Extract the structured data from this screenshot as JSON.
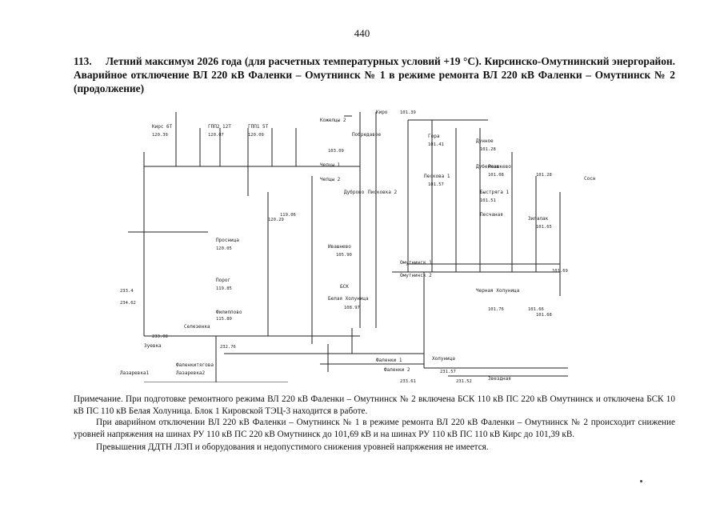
{
  "page": {
    "number": "440",
    "heading_number": "113.",
    "heading_text": "Летний максимум 2026 года (для расчетных температурных условий +19 °С). Кирсинско-Омутнинский энергорайон. Аварийное отключение ВЛ 220 кВ Фаленки – Омутнинск № 1 в режиме ремонта ВЛ 220 кВ Фаленки – Омутнинск № 2 (продолжение)"
  },
  "diagram": {
    "labels": [
      "Кирс 6Т",
      "ГПП2 12Т",
      "ГПП1 5Т",
      "Кожелцы 2",
      "Киро",
      "Побредавое",
      "Гора",
      "Дунное",
      "Дубенная",
      "Реашкево",
      "Пескова 1",
      "Чепцы 1",
      "Чепцы 2",
      "Дуброво",
      "Писковка 2",
      "Быстряга 1",
      "Песчаная",
      "Ивашнево",
      "Омутнинск 1",
      "Омутнинск 2",
      "Зилалак",
      "БСК",
      "Черная Холуница",
      "Белая Холуница",
      "Фаленки 1",
      "Фаленки 2",
      "Холуница",
      "Звездная",
      "Лазаревка1",
      "Лазаревка2",
      "Фаленкитягова",
      "Зуевка",
      "Селезенка",
      "Филиппово",
      "Порог",
      "Просница",
      "Сосн"
    ],
    "values": [
      "120.39",
      "120.07",
      "120.09",
      "103.09",
      "101.39",
      "101.41",
      "101.28",
      "101.08",
      "101.28",
      "101.57",
      "101.51",
      "119.06",
      "120.29",
      "120.05",
      "119.85",
      "115.80",
      "233.4",
      "234.62",
      "233.08",
      "232.76",
      "105.90",
      "108.97",
      "101.65",
      "101.66",
      "101.68",
      "101.69",
      "101.76",
      "233.61",
      "231.57",
      "231.52"
    ]
  },
  "notes": {
    "p1": "Примечание. При подготовке ремонтного режима ВЛ 220 кВ Фаленки – Омутнинск № 2 включена БСК 110 кВ ПС 220 кВ Омутнинск и отключена БСК 10 кВ ПС 110 кВ Белая Холуница. Блок 1 Кировской ТЭЦ-3 находится в работе.",
    "p2": "При аварийном отключении ВЛ 220 кВ Фаленки – Омутнинск № 1 в режиме ремонта ВЛ 220 кВ Фаленки – Омутнинск № 2 происходит снижение уровней напряжения на шинах РУ 110 кВ ПС 220 кВ Омутнинск до 101,69 кВ и на шинах РУ 110 кВ ПС 110 кВ Кирс до 101,39 кВ.",
    "p3": "Превышения ДДТН ЛЭП и оборудования и недопустимого снижения уровней напряжения не имеется."
  }
}
